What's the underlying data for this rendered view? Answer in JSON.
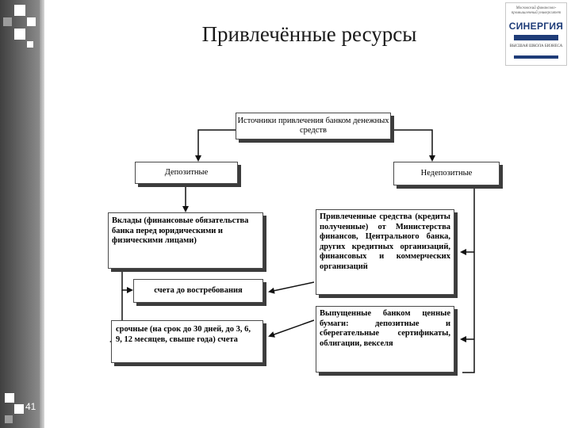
{
  "slide": {
    "title": "Привлечённые ресурсы",
    "number": "41"
  },
  "logo": {
    "top_text": "Московский финансово-промышленный университет",
    "brand": "СИНЕРГИЯ",
    "sub_text": "ВЫСШАЯ ШКОЛА БИЗНЕСА"
  },
  "diagram": {
    "root": "Источники привлечения банком денежных средств",
    "deposit": "Депозитные",
    "nondeposit": "Недепозитные",
    "deposit_items": [
      "Вклады (финансовые обязательства банка перед юридическими и физическими лицами)",
      "счета до востребования",
      "срочные (на срок до 30 дней, до 3, 6, 9, 12 месяцев, свыше года) счета"
    ],
    "nondeposit_items": [
      "Привлеченные средства (кредиты полученные) от Министерства финансов, Центрального банка, других кредитных организаций, финансовых и коммерческих организаций",
      "Выпущенные банком ценные бумаги: депозитные и сберегательные сертификаты, облигации, векселя"
    ]
  }
}
